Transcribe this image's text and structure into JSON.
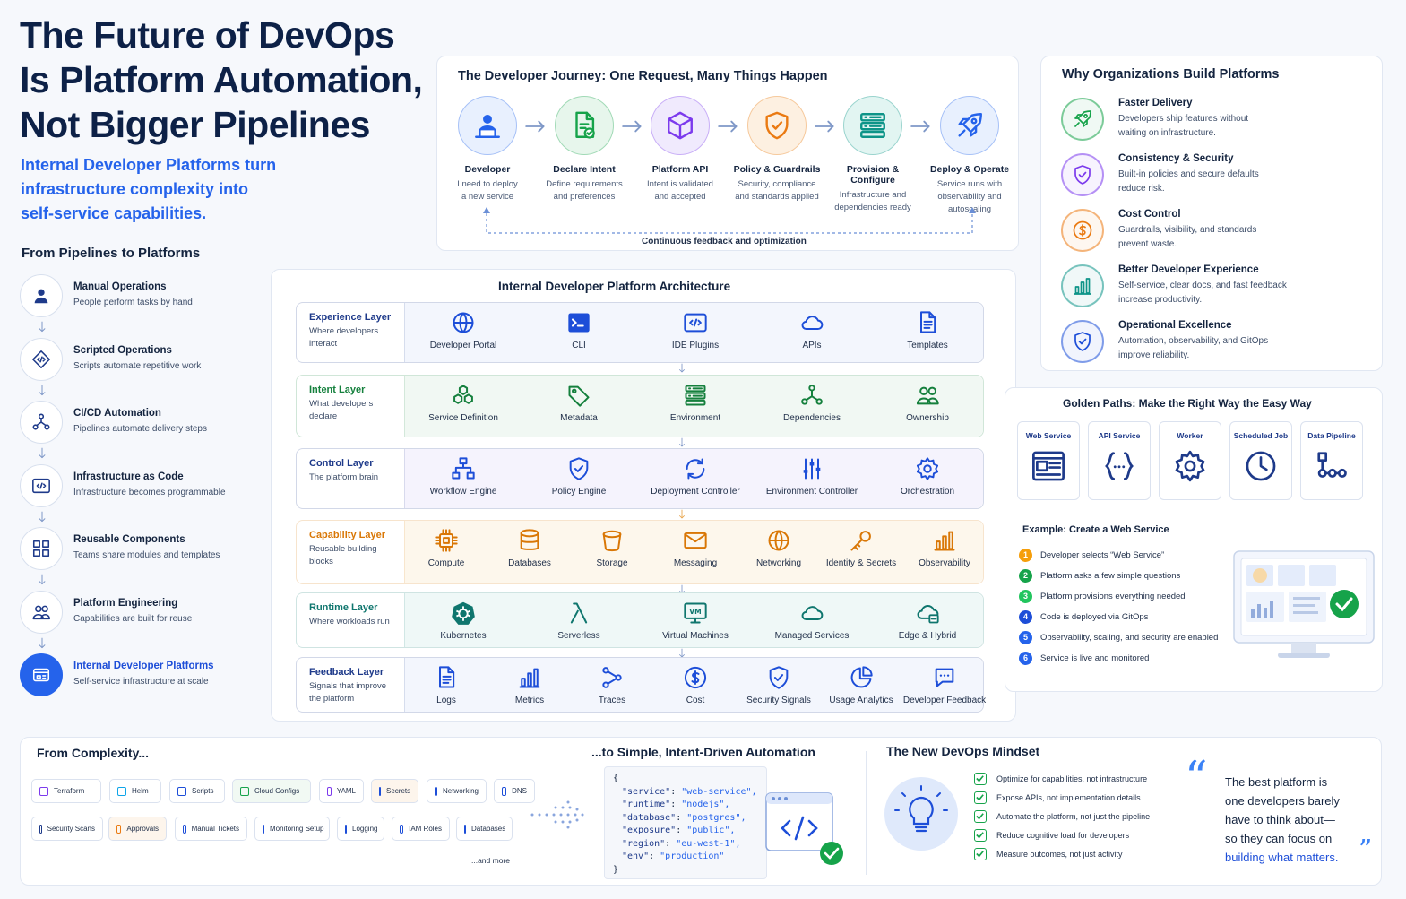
{
  "title_lines": [
    "The Future of DevOps",
    "Is Platform Automation,",
    "Not Bigger Pipelines"
  ],
  "subtitle_lines": [
    "Internal Developer Platforms turn",
    "infrastructure complexity into",
    "self-service capabilities."
  ],
  "pipelines_to_platforms": {
    "title": "From Pipelines to Platforms",
    "items": [
      {
        "title": "Manual Operations",
        "desc": "People perform tasks by hand",
        "icon": "person-icon"
      },
      {
        "title": "Scripted Operations",
        "desc": "Scripts automate repetitive work",
        "icon": "code-diamond-icon"
      },
      {
        "title": "CI/CD Automation",
        "desc": "Pipelines automate delivery steps",
        "icon": "pipeline-nodes-icon"
      },
      {
        "title": "Infrastructure as Code",
        "desc": "Infrastructure becomes programmable",
        "icon": "code-window-icon"
      },
      {
        "title": "Reusable Components",
        "desc": "Teams share modules and templates",
        "icon": "blocks-icon"
      },
      {
        "title": "Platform Engineering",
        "desc": "Capabilities are built for reuse",
        "icon": "people-icon"
      },
      {
        "title": "Internal Developer Platforms",
        "desc": "Self-service infrastructure at scale",
        "icon": "platform-window-icon"
      }
    ]
  },
  "journey": {
    "title": "The Developer Journey: One Request, Many Things Happen",
    "feedback": "Continuous feedback and optimization",
    "steps": [
      {
        "title": "Developer",
        "desc": [
          "I need to deploy",
          "a new service"
        ],
        "color": "#2563eb",
        "bg": "#e8f0fe",
        "icon": "developer-laptop-icon"
      },
      {
        "title": "Declare Intent",
        "desc": [
          "Define requirements",
          "and preferences"
        ],
        "color": "#16a34a",
        "bg": "#e7f6ec",
        "icon": "document-check-icon"
      },
      {
        "title": "Platform API",
        "desc": [
          "Intent is validated",
          "and accepted"
        ],
        "color": "#7c3aed",
        "bg": "#f0eafd",
        "icon": "cube-icon"
      },
      {
        "title": "Policy & Guardrails",
        "desc": [
          "Security, compliance",
          "and standards applied"
        ],
        "color": "#ea7a12",
        "bg": "#fdf0e1",
        "icon": "shield-check-icon"
      },
      {
        "title": "Provision & Configure",
        "desc": [
          "Infrastructure and",
          "dependencies ready"
        ],
        "color": "#0d9488",
        "bg": "#e2f5f2",
        "icon": "server-stack-icon"
      },
      {
        "title": "Deploy & Operate",
        "desc": [
          "Service runs with",
          "observability and autoscaling"
        ],
        "color": "#2563eb",
        "bg": "#e8f0fe",
        "icon": "rocket-icon"
      }
    ]
  },
  "architecture": {
    "title": "Internal Developer Platform Architecture",
    "layers": [
      {
        "name": "Experience Layer",
        "desc": [
          "Where developers",
          "interact"
        ],
        "color": "#1e3a8a",
        "bg": "#f3f6fd",
        "items": [
          {
            "label": "Developer Portal",
            "icon": "globe-icon"
          },
          {
            "label": "CLI",
            "icon": "terminal-icon"
          },
          {
            "label": "IDE Plugins",
            "icon": "code-window-icon"
          },
          {
            "label": "APIs",
            "icon": "cloud-icon"
          },
          {
            "label": "Templates",
            "icon": "document-icon"
          }
        ]
      },
      {
        "name": "Intent Layer",
        "desc": [
          "What developers",
          "declare"
        ],
        "color": "#15803d",
        "bg": "#f1f8f3",
        "items": [
          {
            "label": "Service Definition",
            "icon": "hexagons-icon"
          },
          {
            "label": "Metadata",
            "icon": "tag-icon"
          },
          {
            "label": "Environment",
            "icon": "server-stack-icon"
          },
          {
            "label": "Dependencies",
            "icon": "graph-icon"
          },
          {
            "label": "Ownership",
            "icon": "people-icon"
          }
        ]
      },
      {
        "name": "Control Layer",
        "desc": [
          "The platform brain"
        ],
        "color": "#1e3a8a",
        "bg": "#f5f3fd",
        "items": [
          {
            "label": "Workflow Engine",
            "icon": "workflow-icon"
          },
          {
            "label": "Policy Engine",
            "icon": "shield-check-icon"
          },
          {
            "label": "Deployment Controller",
            "icon": "sync-icon"
          },
          {
            "label": "Environment Controller",
            "icon": "sliders-icon"
          },
          {
            "label": "Orchestration",
            "icon": "gear-icon"
          }
        ]
      },
      {
        "name": "Capability Layer",
        "desc": [
          "Reusable building",
          "blocks"
        ],
        "color": "#d97706",
        "bg": "#fdf7ec",
        "items": [
          {
            "label": "Compute",
            "icon": "chip-icon"
          },
          {
            "label": "Databases",
            "icon": "database-icon"
          },
          {
            "label": "Storage",
            "icon": "bucket-icon"
          },
          {
            "label": "Messaging",
            "icon": "mail-icon"
          },
          {
            "label": "Networking",
            "icon": "globe-icon"
          },
          {
            "label": "Identity & Secrets",
            "icon": "key-icon"
          },
          {
            "label": "Observability",
            "icon": "bar-chart-icon"
          }
        ]
      },
      {
        "name": "Runtime Layer",
        "desc": [
          "Where workloads run"
        ],
        "color": "#0f766e",
        "bg": "#eff8f7",
        "items": [
          {
            "label": "Kubernetes",
            "icon": "kubernetes-icon"
          },
          {
            "label": "Serverless",
            "icon": "lambda-icon"
          },
          {
            "label": "Virtual Machines",
            "icon": "vm-monitor-icon"
          },
          {
            "label": "Managed Services",
            "icon": "cloud-icon"
          },
          {
            "label": "Edge & Hybrid",
            "icon": "cloud-edge-icon"
          }
        ]
      },
      {
        "name": "Feedback Layer",
        "desc": [
          "Signals that improve",
          "the platform"
        ],
        "color": "#1e3a8a",
        "bg": "#f3f6fd",
        "items": [
          {
            "label": "Logs",
            "icon": "document-icon"
          },
          {
            "label": "Metrics",
            "icon": "bar-chart-icon"
          },
          {
            "label": "Traces",
            "icon": "trace-icon"
          },
          {
            "label": "Cost",
            "icon": "dollar-icon"
          },
          {
            "label": "Security Signals",
            "icon": "shield-check-icon"
          },
          {
            "label": "Usage Analytics",
            "icon": "pie-icon"
          },
          {
            "label": "Developer Feedback",
            "icon": "chat-icon"
          }
        ]
      }
    ]
  },
  "why": {
    "title": "Why Organizations Build Platforms",
    "items": [
      {
        "title": "Faster Delivery",
        "desc": [
          "Developers ship features without",
          "waiting on infrastructure."
        ],
        "color": "#16a34a",
        "icon": "rocket-icon"
      },
      {
        "title": "Consistency & Security",
        "desc": [
          "Built-in policies and secure defaults",
          "reduce risk."
        ],
        "color": "#7c3aed",
        "icon": "shield-check-icon"
      },
      {
        "title": "Cost Control",
        "desc": [
          "Guardrails, visibility, and standards",
          "prevent waste."
        ],
        "color": "#ea7a12",
        "icon": "dollar-icon"
      },
      {
        "title": "Better Developer Experience",
        "desc": [
          "Self-service, clear docs, and fast feedback",
          "increase productivity."
        ],
        "color": "#0d9488",
        "icon": "bar-chart-icon"
      },
      {
        "title": "Operational Excellence",
        "desc": [
          "Automation, observability, and GitOps",
          "improve reliability."
        ],
        "color": "#1d4ed8",
        "icon": "shield-check-icon"
      }
    ]
  },
  "golden_paths": {
    "title": "Golden Paths: Make the Right Way the Easy Way",
    "cards": [
      {
        "label": "Web Service",
        "icon": "web-page-icon"
      },
      {
        "label": "API Service",
        "icon": "braces-icon"
      },
      {
        "label": "Worker",
        "icon": "gear-icon"
      },
      {
        "label": "Scheduled Job",
        "icon": "clock-icon"
      },
      {
        "label": "Data Pipeline",
        "icon": "pipeline-flow-icon"
      }
    ],
    "example_title": "Example: Create a Web Service",
    "example_steps": [
      {
        "num": "1",
        "text": "Developer selects “Web Service”",
        "color": "#f59e0b"
      },
      {
        "num": "2",
        "text": "Platform asks a few simple questions",
        "color": "#16a34a"
      },
      {
        "num": "3",
        "text": "Platform provisions everything needed",
        "color": "#22c55e"
      },
      {
        "num": "4",
        "text": "Code is deployed via GitOps",
        "color": "#1d4ed8"
      },
      {
        "num": "5",
        "text": "Observability, scaling, and security are enabled",
        "color": "#2563eb"
      },
      {
        "num": "6",
        "text": "Service is live and monitored",
        "color": "#2563eb"
      }
    ]
  },
  "complexity": {
    "title": "From Complexity...",
    "chips_row1": [
      "Terraform",
      "Helm",
      "Scripts",
      "Cloud Configs",
      "YAML",
      "Secrets",
      "Networking",
      "DNS"
    ],
    "chips_row2": [
      "Security Scans",
      "Approvals",
      "Manual Tickets",
      "Monitoring Setup",
      "Logging",
      "IAM Roles",
      "Databases"
    ],
    "more": "...and more"
  },
  "simple": {
    "title": "...to Simple, Intent-Driven Automation",
    "code_open": "{",
    "code_close": "}",
    "code": [
      {
        "k": "\"service\"",
        "v": "\"web-service\","
      },
      {
        "k": "\"runtime\"",
        "v": "\"nodejs\","
      },
      {
        "k": "\"database\"",
        "v": "\"postgres\","
      },
      {
        "k": "\"exposure\"",
        "v": "\"public\","
      },
      {
        "k": "\"region\"",
        "v": "\"eu-west-1\","
      },
      {
        "k": "\"env\"",
        "v": "\"production\""
      }
    ]
  },
  "mindset": {
    "title": "The New DevOps Mindset",
    "items": [
      "Optimize for capabilities, not infrastructure",
      "Expose APIs, not implementation details",
      "Automate the platform, not just the pipeline",
      "Reduce cognitive load for developers",
      "Measure outcomes, not just activity"
    ],
    "quote_lines": [
      "The best platform is",
      "one developers barely",
      "have to think about—",
      "so they can focus on"
    ],
    "quote_highlight": "building what matters."
  },
  "colors": {
    "accent": "#2563eb",
    "navy": "#0d2147",
    "green": "#16a34a",
    "orange": "#ea7a12",
    "purple": "#7c3aed",
    "teal": "#0d9488"
  }
}
